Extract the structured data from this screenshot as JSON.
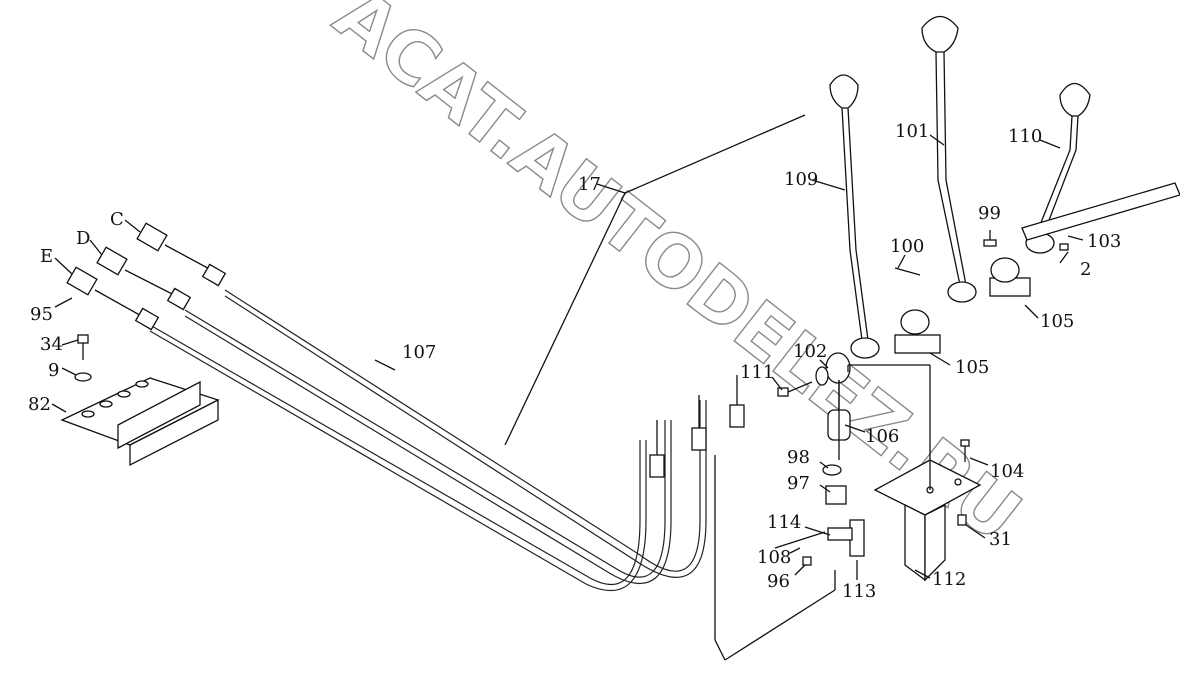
{
  "watermark": "ACAT.AUTODELEZ.RU",
  "labels": {
    "l17": "17",
    "l109": "109",
    "l101": "101",
    "l110": "110",
    "l99": "99",
    "l103": "103",
    "l100": "100",
    "l2": "2",
    "l105a": "105",
    "l105b": "105",
    "l102": "102",
    "l111": "111",
    "l106": "106",
    "l104": "104",
    "l98": "98",
    "l97": "97",
    "l114": "114",
    "l31": "31",
    "l108": "108",
    "l96": "96",
    "l113": "113",
    "l112": "112",
    "l107": "107",
    "l34": "34",
    "l9": "9",
    "l82": "82",
    "l95": "95",
    "lC": "C",
    "lD": "D",
    "lE": "E"
  }
}
